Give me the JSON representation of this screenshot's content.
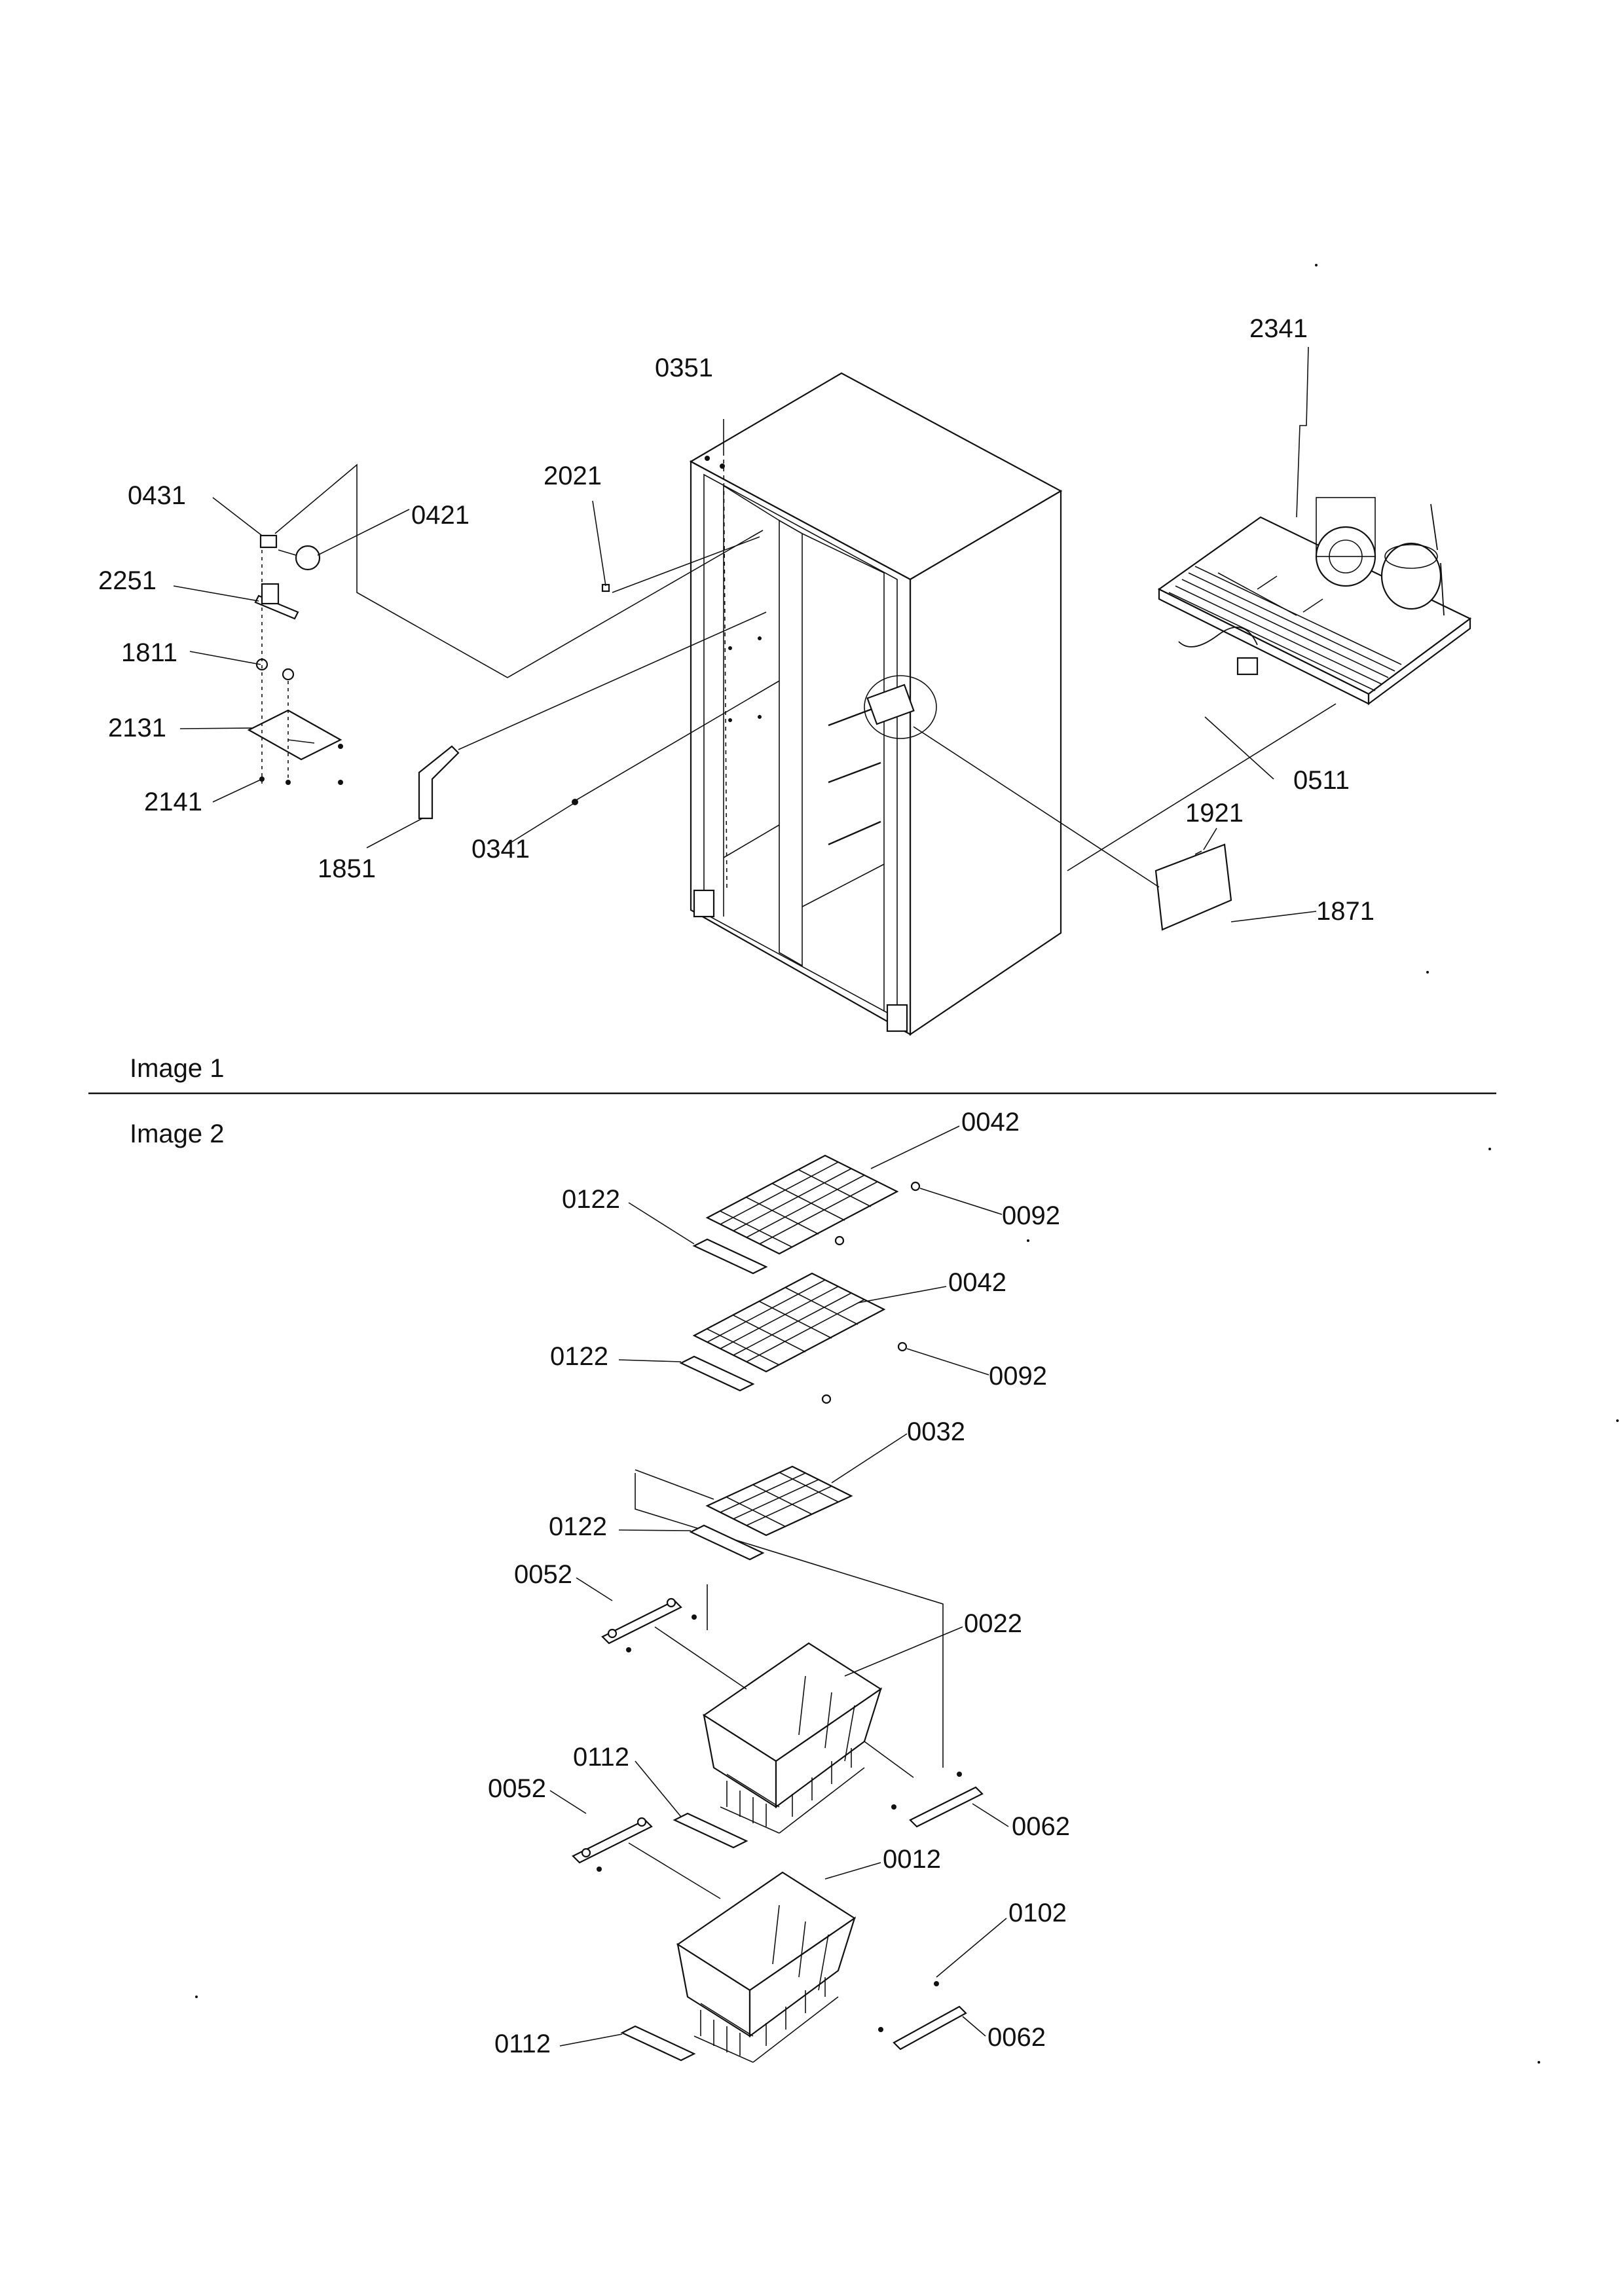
{
  "sections": {
    "image1_label": "Image 1",
    "image2_label": "Image 2"
  },
  "labels": {
    "p0351": "0351",
    "p2341": "2341",
    "p0431": "0431",
    "p0421": "0421",
    "p2021": "2021",
    "p2251": "2251",
    "p1811": "1811",
    "p2131": "2131",
    "p2141": "2141",
    "p1851": "1851",
    "p0341": "0341",
    "p0511": "0511",
    "p1921": "1921",
    "p1871": "1871",
    "p0042a": "0042",
    "p0092a": "0092",
    "p0122a": "0122",
    "p0042b": "0042",
    "p0092b": "0092",
    "p0122b": "0122",
    "p0032": "0032",
    "p0122c": "0122",
    "p0052a": "0052",
    "p0022": "0022",
    "p0112a": "0112",
    "p0052b": "0052",
    "p0062a": "0062",
    "p0012": "0012",
    "p0102": "0102",
    "p0062b": "0062",
    "p0112b": "0112"
  }
}
